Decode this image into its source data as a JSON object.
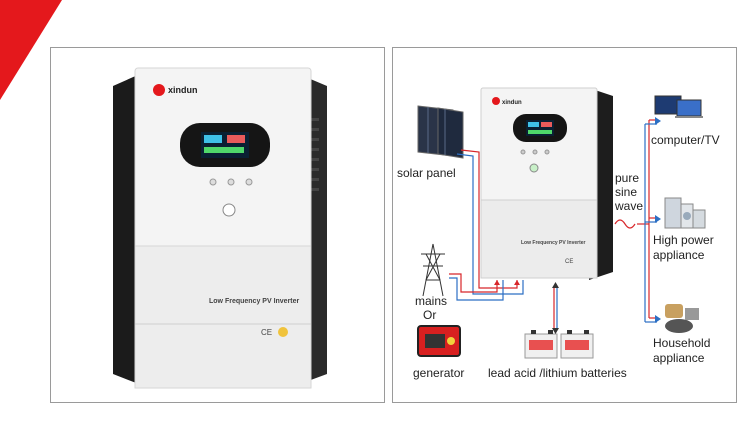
{
  "brand": "xindun",
  "product_label": "Low Frequency PV Inverter",
  "panel_labels": {
    "solar_panel": "solar panel",
    "mains": "mains",
    "or": "Or",
    "generator": "generator",
    "batteries": "lead acid /lithium batteries",
    "pure": "pure",
    "sine": "sine",
    "wave": "wave",
    "computer_tv": "computer/TV",
    "high_power_1": "High power",
    "high_power_2": "appliance",
    "household_1": "Household",
    "household_2": "appliance"
  },
  "colors": {
    "accent_red": "#e4181c",
    "wire_red": "#d8262a",
    "wire_blue": "#2c6fc4",
    "inverter_body": "#f3f3f3",
    "inverter_side": "#1d1d1d"
  }
}
